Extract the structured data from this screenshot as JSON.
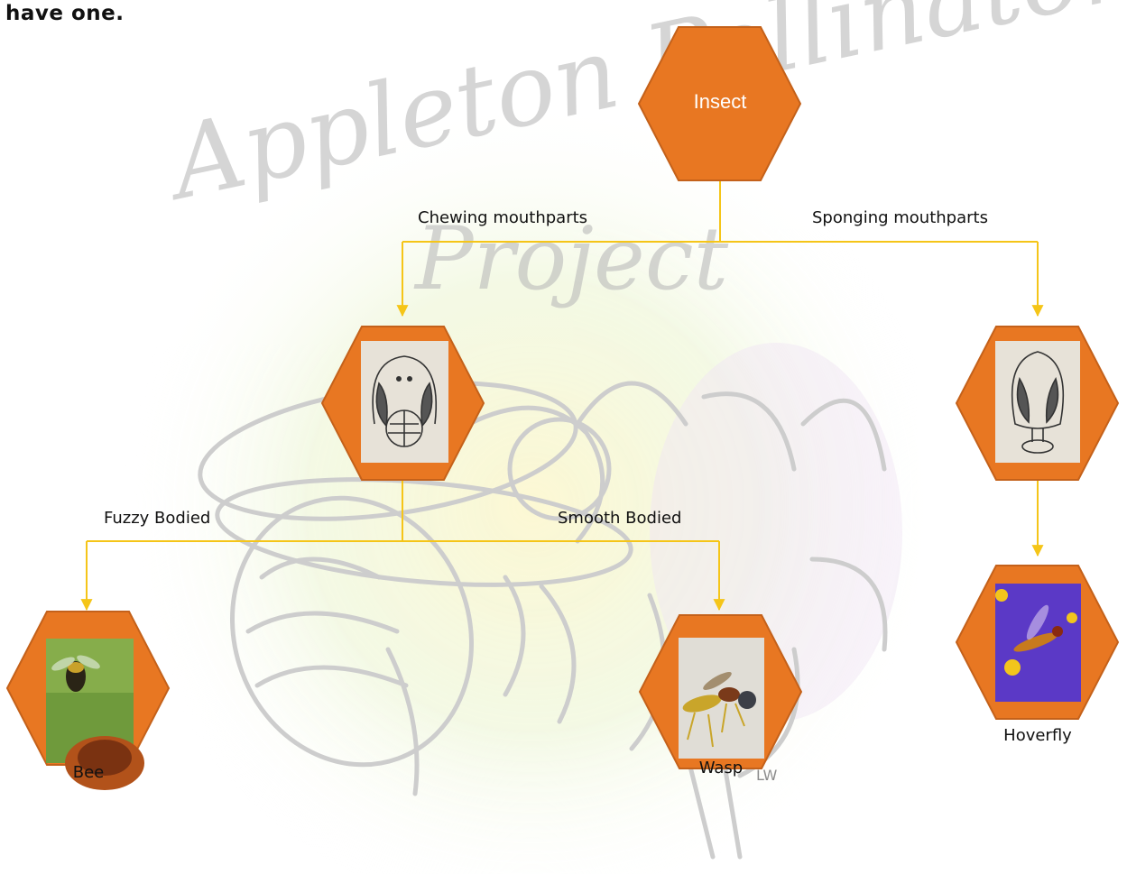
{
  "intro_text": "have one.",
  "watermark": {
    "title_line1": "Appleton Pollinator",
    "title_line2": "Project",
    "initials": "LW"
  },
  "colors": {
    "hexagon_fill": "#E87722",
    "hexagon_stroke": "#C4611A",
    "connector": "#F5C518"
  },
  "nodes": {
    "insect": {
      "label": "Insect"
    },
    "chewing_drawing": {
      "image": "sketch-chewing-mouthparts"
    },
    "sponging_drawing": {
      "image": "sketch-sponging-mouthparts"
    },
    "bee": {
      "label": "Bee",
      "image": "photo-bee"
    },
    "wasp": {
      "label": "Wasp",
      "image": "photo-wasp"
    },
    "hoverfly": {
      "label": "Hoverfly",
      "image": "photo-hoverfly"
    }
  },
  "edges": {
    "chewing": "Chewing mouthparts",
    "sponging": "Sponging mouthparts",
    "fuzzy": "Fuzzy Bodied",
    "smooth": "Smooth Bodied"
  }
}
